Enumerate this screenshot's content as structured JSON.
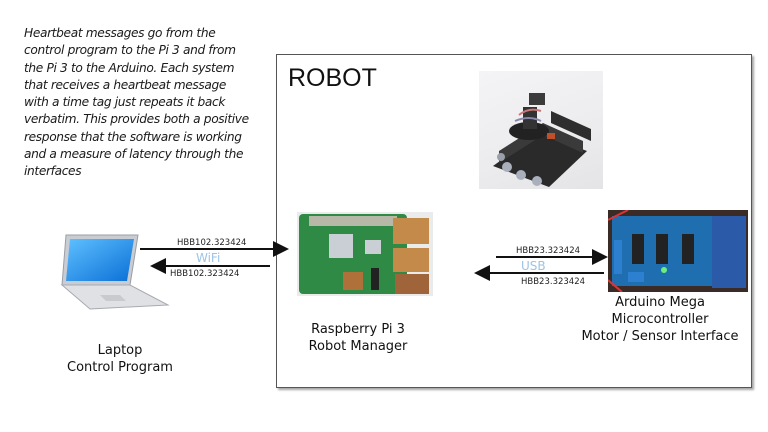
{
  "description": "Heartbeat messages go from the control program to the Pi 3 and from the Pi 3 to the Arduino.  Each system that receives a heartbeat message with a time tag just repeats it back verbatim. This provides both a positive response that the software is working and a measure of latency through the interfaces",
  "robot_box": {
    "title": "ROBOT"
  },
  "nodes": {
    "laptop": {
      "line1": "Laptop",
      "line2": "Control Program",
      "icon": "laptop-icon"
    },
    "pi": {
      "line1": "Raspberry Pi 3",
      "line2": "Robot Manager",
      "image": "raspberry-pi-board-photo"
    },
    "arduino": {
      "line1": "Arduino Mega",
      "line2": "Microcontroller",
      "line3": "Motor / Sensor Interface",
      "image": "arduino-motor-shield-photo"
    },
    "robot": {
      "image": "tracked-robot-photo"
    }
  },
  "links": {
    "wifi": {
      "label": "WiFi",
      "forward_msg": "HBB102.323424",
      "return_msg": "HBB102.323424"
    },
    "usb": {
      "label": "USB",
      "forward_msg": "HBB23.323424",
      "return_msg": "HBB23.323424"
    }
  },
  "colors": {
    "link_label": "#9dc3e6",
    "arrow": "#111111",
    "box_border": "#555555"
  }
}
